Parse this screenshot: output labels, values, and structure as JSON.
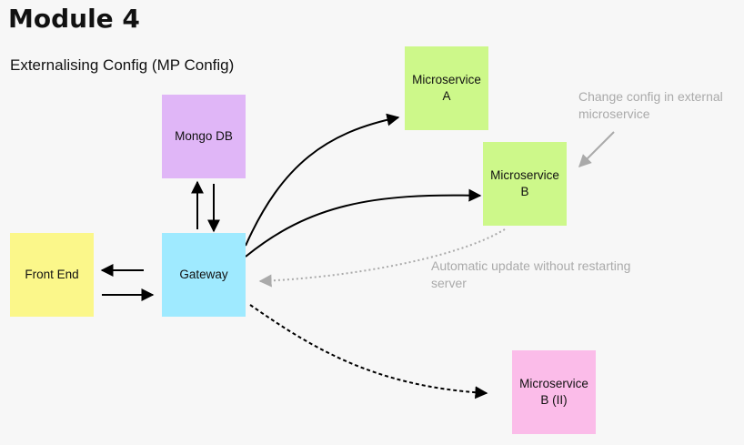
{
  "header": {
    "title": "Module 4",
    "subtitle": "Externalising Config (MP Config)"
  },
  "annotations": {
    "change_config": "Change config in external microservice",
    "automatic_update": "Automatic update without restarting server"
  },
  "nodes": {
    "mongo_db": {
      "label": "Mongo DB",
      "color": "#e0b6f7"
    },
    "front_end": {
      "label": "Front End",
      "color": "#fbf78a"
    },
    "gateway": {
      "label": "Gateway",
      "color": "#9feaff"
    },
    "microservice_a": {
      "label": "Microservice A",
      "color": "#cdf88a"
    },
    "microservice_b": {
      "label": "Microservice B",
      "color": "#cdf88a"
    },
    "microservice_b2": {
      "label": "Microservice B (II)",
      "color": "#fbbce9"
    }
  },
  "colors": {
    "background": "#f7f7f7",
    "arrow": "#000000",
    "annotation": "#aaaaaa"
  }
}
